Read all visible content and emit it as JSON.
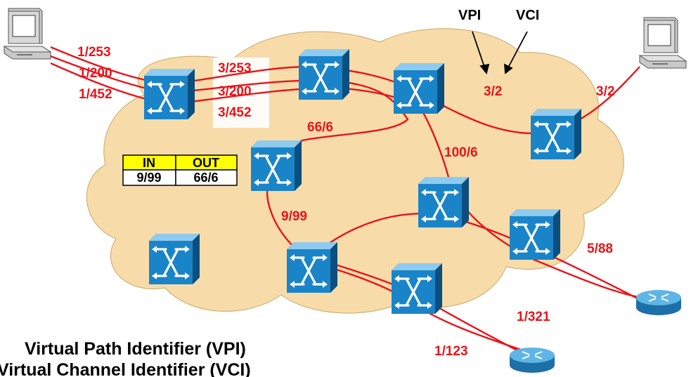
{
  "colors": {
    "cloud_fill": "#f7dcaa",
    "link_red": "#e8141b",
    "switch_blue": "#1a84c8",
    "router_blue": "#2a8fcf",
    "table_header": "#ffff00",
    "label_text": "#e8141b"
  },
  "vpi_label": "VPI",
  "vci_label": "VCI",
  "connection_labels": {
    "l_1_253": "1/253",
    "l_1_200": "1/200",
    "l_1_452": "1/452",
    "l_3_253": "3/253",
    "l_3_200": "3/200",
    "l_3_452": "3/452",
    "l_3_2_mid": "3/2",
    "l_3_2_right": "3/2",
    "l_66_6": "66/6",
    "l_100_6": "100/6",
    "l_9_99": "9/99",
    "l_5_88": "5/88",
    "l_1_321": "1/321",
    "l_1_123": "1/123"
  },
  "table": {
    "header_in": "IN",
    "header_out": "OUT",
    "row_in": "9/99",
    "row_out": "66/6"
  },
  "title": {
    "line1": "Virtual Path Identifier (VPI)",
    "line2": "Virtual Channel Identifier (VCI)"
  },
  "icons": {
    "host_left": "computer-icon",
    "host_right": "computer-icon",
    "switch": "atm-switch-icon",
    "router": "router-icon"
  }
}
